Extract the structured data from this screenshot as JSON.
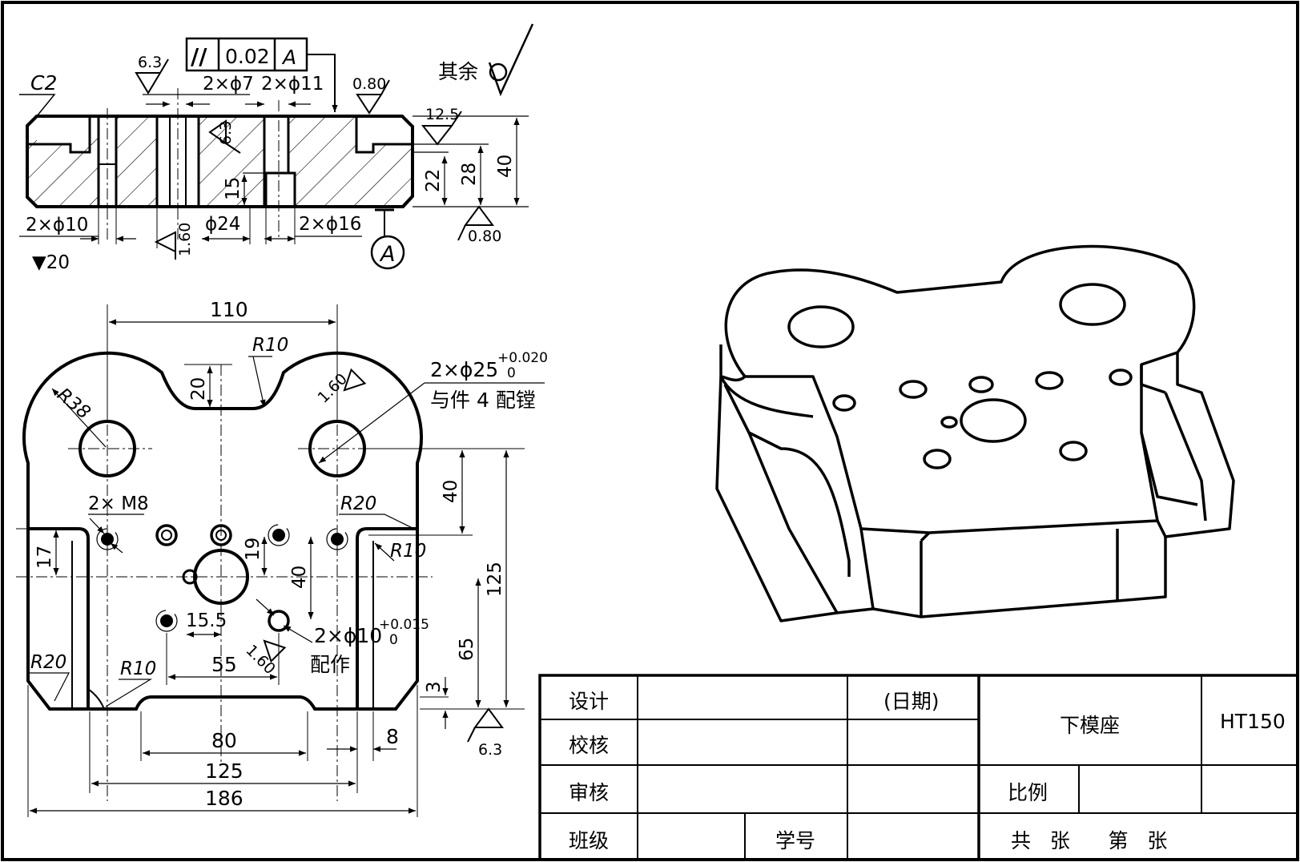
{
  "section_view": {
    "chamfer": "C2",
    "roughness_top_left": "6.3",
    "roughness_side": "6.3",
    "roughness_top_right": "0.80",
    "roughness_step": "12.5",
    "roughness_bottom": "0.80",
    "roughness_phi24": "1.60",
    "parallelism_symbol": "//",
    "parallelism_value": "0.02",
    "parallelism_datum": "A",
    "other_surfaces_label": "其余",
    "dim_2phi7": "2×ϕ7",
    "dim_2phi11": "2×ϕ11",
    "dim_2phi10": "2×ϕ10",
    "depth_20": "▼20",
    "dim_phi24": "ϕ24",
    "dim_2phi16": "2×ϕ16",
    "datum_A": "A",
    "dim_15": "15",
    "dim_22": "22",
    "dim_28": "28",
    "dim_40": "40"
  },
  "plan_view": {
    "dim_110": "110",
    "dim_R10_top": "R10",
    "dim_20": "20",
    "dim_R38": "R38",
    "roughness_bore": "1.60",
    "dim_2phi25": "2×ϕ25",
    "tol_2phi25_upper": "+0.020",
    "tol_2phi25_lower": "0",
    "note_bore": "与件 4 配镗",
    "dim_2M8": "2× M8",
    "dim_R20_right": "R20",
    "dim_R10_right": "R10",
    "dim_40_right": "40",
    "dim_125_right": "125",
    "dim_17": "17",
    "dim_19": "19",
    "dim_40_center": "40",
    "dim_15_5": "15.5",
    "dim_2phi10": "2×ϕ10",
    "tol_2phi10_upper": "+0.015",
    "tol_2phi10_lower": "0",
    "note_pin": "配作",
    "roughness_pin": "1.60",
    "dim_65": "65",
    "dim_3": "3",
    "dim_R20_left": "R20",
    "dim_R10_bottom": "R10",
    "dim_55": "55",
    "dim_80": "80",
    "dim_8": "8",
    "roughness_edge": "6.3",
    "dim_125": "125",
    "dim_186": "186"
  },
  "title_block": {
    "design_label": "设计",
    "date_label": "(日期)",
    "part_name": "下模座",
    "material": "HT150",
    "check_label": "校核",
    "review_label": "审核",
    "scale_label": "比例",
    "class_label": "班级",
    "student_no_label": "学号",
    "sheets_label": "共   张      第   张"
  }
}
